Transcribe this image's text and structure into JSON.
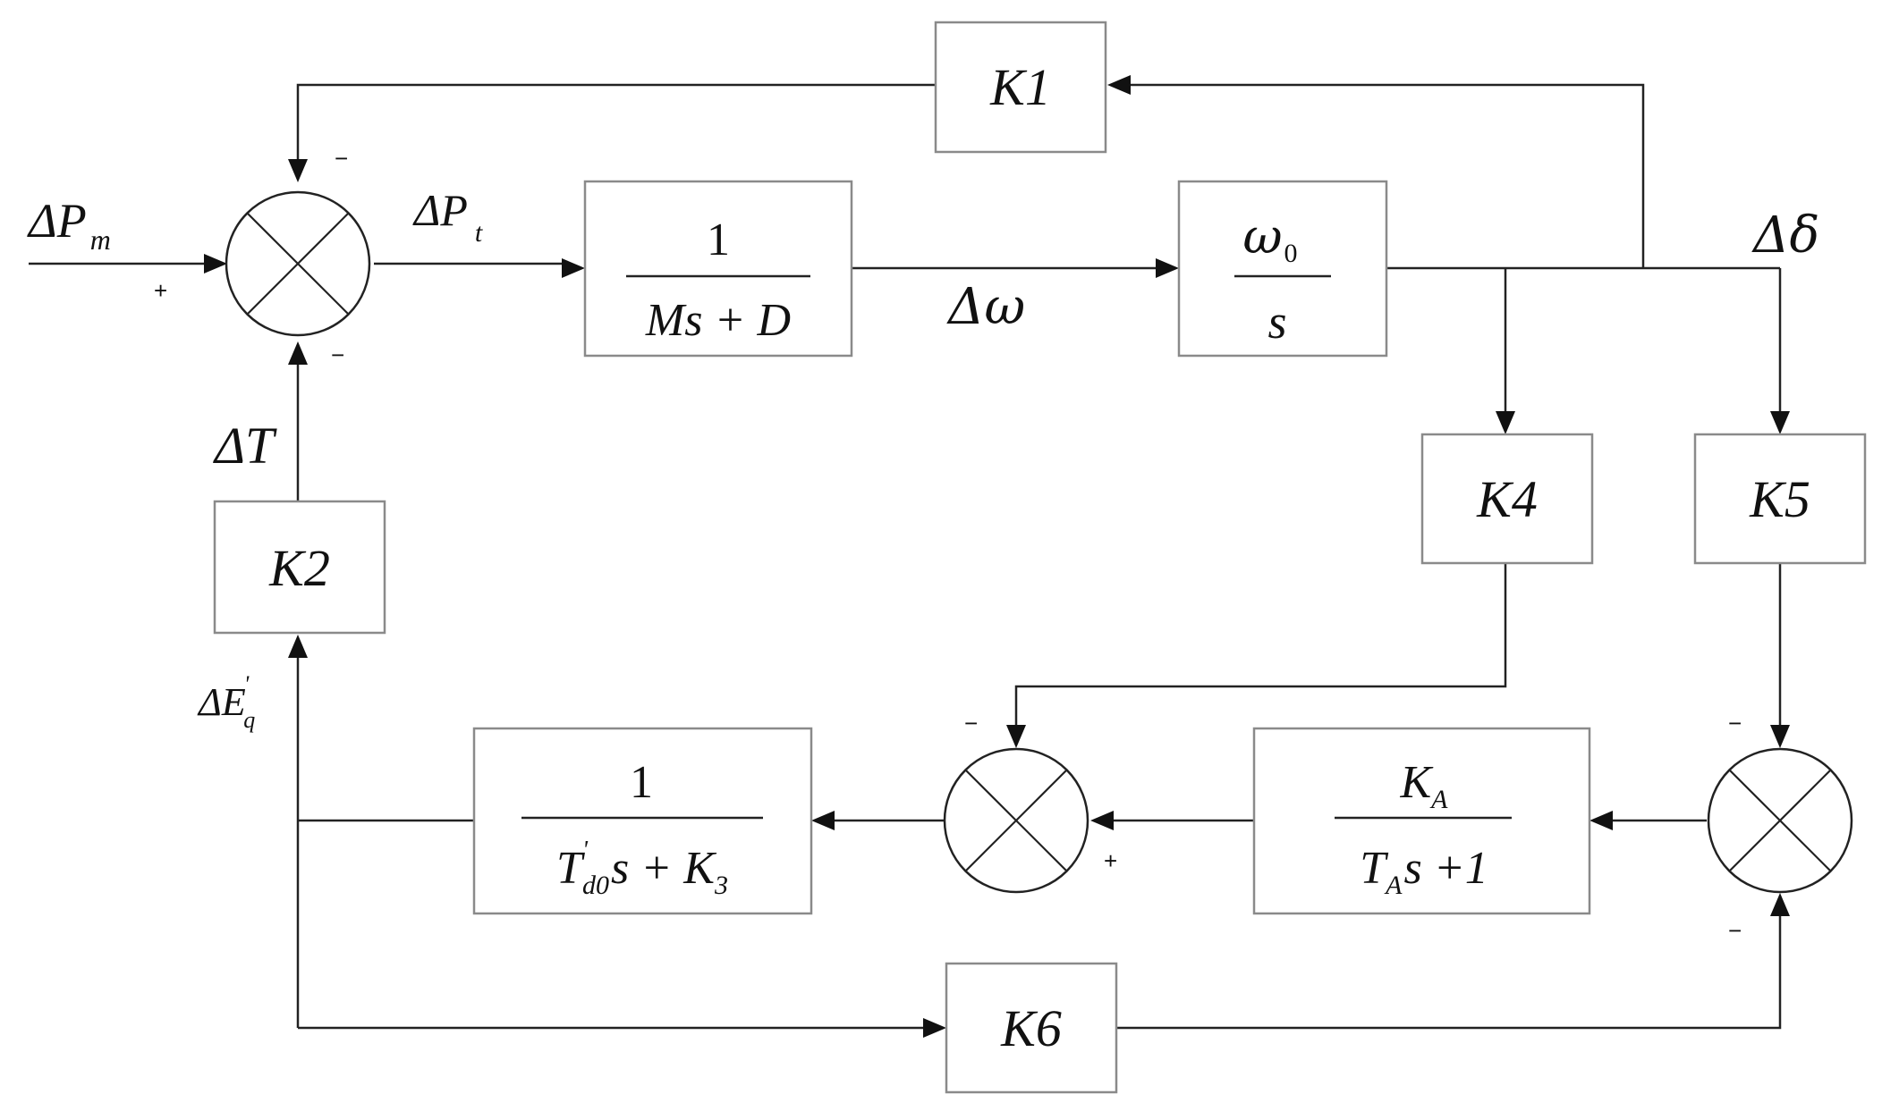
{
  "signals": {
    "dPm": "ΔP",
    "dPm_sub": "m",
    "dPt": "ΔP",
    "dPt_sub": "t",
    "dw": "Δω",
    "ddelta": "Δδ",
    "dT": "ΔT",
    "dEq": "ΔE",
    "dEq_prime": "'",
    "dEq_sub": "q"
  },
  "blocks": {
    "K1": "K1",
    "K2": "K2",
    "K4": "K4",
    "K5": "K5",
    "K6": "K6",
    "mech_num": "1",
    "mech_den": "Ms + D",
    "int_num": "ω",
    "int_num_sub": "0",
    "int_den": "s",
    "exc_num": "K",
    "exc_num_sub": "A",
    "exc_den_T": "T",
    "exc_den_sub": "A",
    "exc_den_rest": "s +1",
    "fld_num": "1",
    "fld_den_T": "T",
    "fld_den_prime": "'",
    "fld_den_sub": "d0",
    "fld_den_mid": "s + K",
    "fld_den_sub2": "3"
  },
  "signs": {
    "minus": "−",
    "plus": "+"
  }
}
